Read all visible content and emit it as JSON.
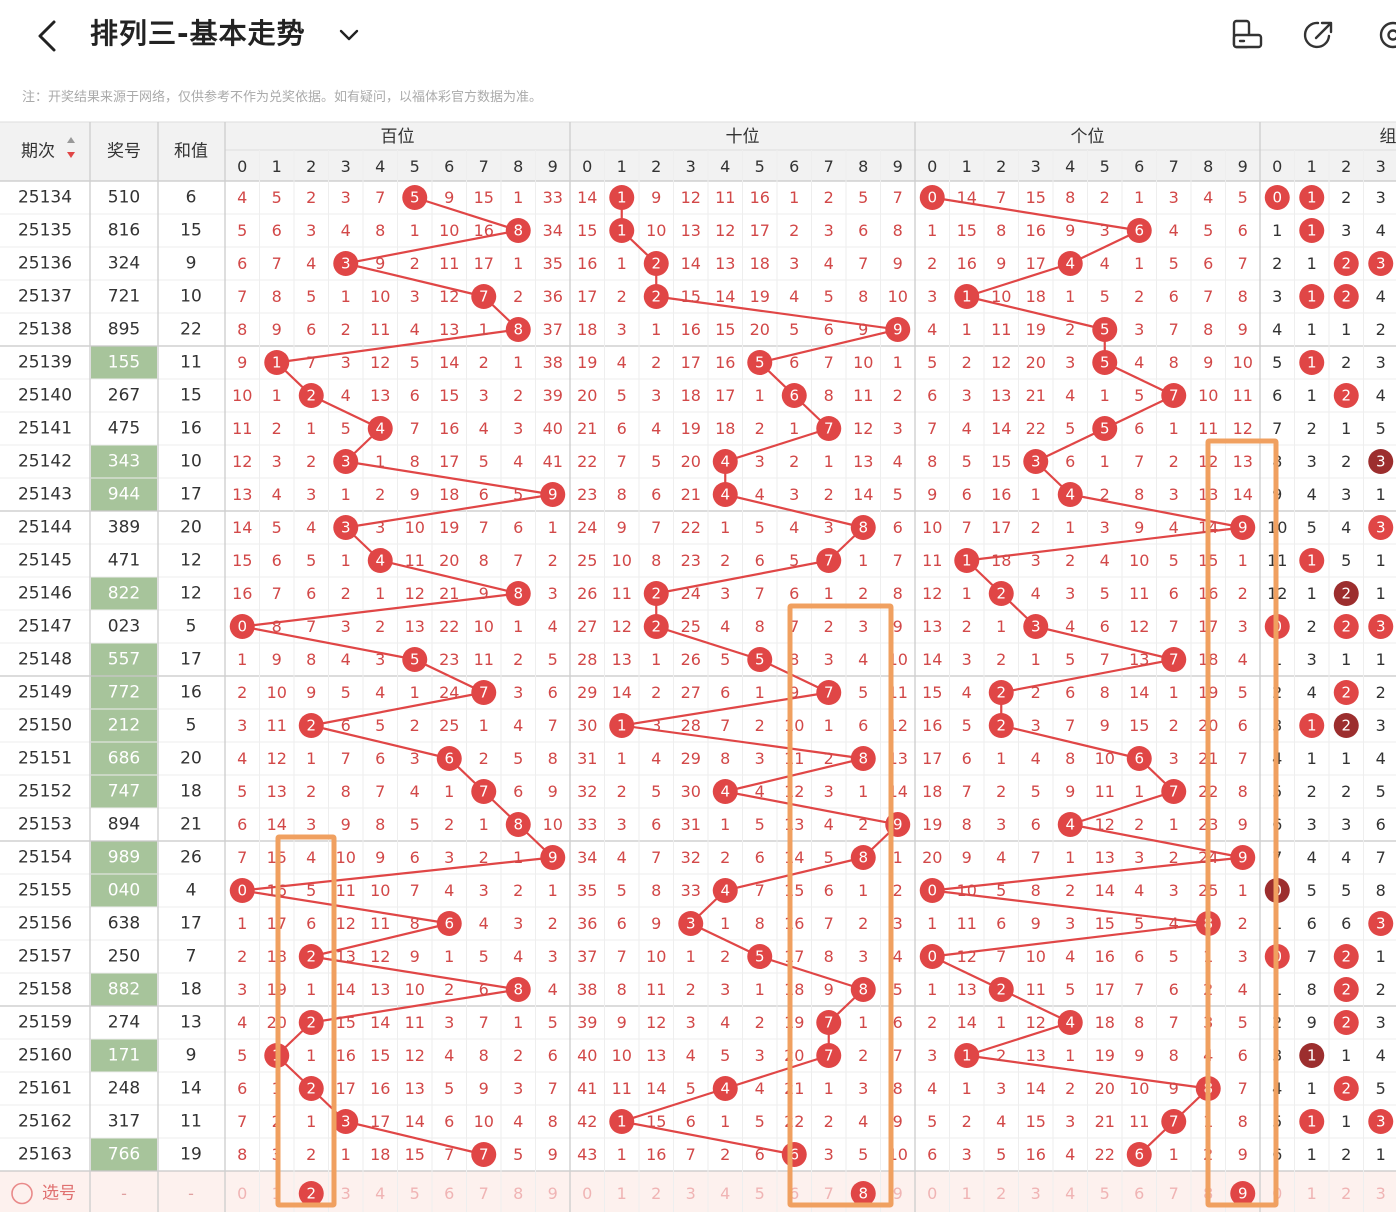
{
  "header": {
    "title": "排列三-基本走势",
    "notice": "注：开奖结果来源于网络，仅供参考不作为兑奖依据。如有疑问，以福体彩官方数据为准。"
  },
  "columns": {
    "period": "期次",
    "number": "奖号",
    "sum": "和值",
    "hundreds": "百位",
    "tens": "十位",
    "units": "个位",
    "group": "组",
    "digits": [
      "0",
      "1",
      "2",
      "3",
      "4",
      "5",
      "6",
      "7",
      "8",
      "9"
    ],
    "group_digits": [
      "0",
      "1",
      "2",
      "3"
    ]
  },
  "pick_row": {
    "label": "选号",
    "number": "-",
    "sum": "-",
    "selected": [
      2,
      8,
      9
    ]
  },
  "colors": {
    "hit": "#e04646",
    "miss_text": "#d24848",
    "highlight_cell": "#a7c49b",
    "box": "#f0a060",
    "group_double": "#9c2e2e"
  },
  "rows": [
    {
      "p": "25134",
      "n": "510",
      "s": "6",
      "h": "4,5,2,3,7,5,9,15,1,33",
      "t": "14,1,9,12,11,16,1,2,5,7",
      "u": "0,14,7,15,8,2,1,3,4,5",
      "g": "0,1,2,3",
      "gh": "0,1",
      "hl": false
    },
    {
      "p": "25135",
      "n": "816",
      "s": "15",
      "h": "5,6,3,4,8,1,10,16,8,34",
      "t": "15,1,10,13,12,17,2,3,6,8",
      "u": "1,15,8,16,9,3,6,4,5,6",
      "g": "1,1,3,4",
      "gh": "1",
      "hl": false
    },
    {
      "p": "25136",
      "n": "324",
      "s": "9",
      "h": "6,7,4,3,9,2,11,17,1,35",
      "t": "16,1,2,14,13,18,3,4,7,9",
      "u": "2,16,9,17,4,4,1,5,6,7",
      "g": "2,1,2,3",
      "gh": "2,3",
      "hl": false
    },
    {
      "p": "25137",
      "n": "721",
      "s": "10",
      "h": "7,8,5,1,10,3,12,7,2,36",
      "t": "17,2,2,15,14,19,4,5,8,10",
      "u": "3,1,10,18,1,5,2,6,7,8",
      "g": "3,1,2,4",
      "gh": "1,2",
      "hl": false
    },
    {
      "p": "25138",
      "n": "895",
      "s": "22",
      "h": "8,9,6,2,11,4,13,1,8,37",
      "t": "18,3,1,16,15,20,5,6,9,9",
      "u": "4,1,11,19,2,5,3,7,8,9",
      "g": "4,1,1,2",
      "gh": "",
      "hl": false
    },
    {
      "p": "25139",
      "n": "155",
      "s": "11",
      "h": "9,1,7,3,12,5,14,2,1,38",
      "t": "19,4,2,17,16,5,6,7,10,1",
      "u": "5,2,12,20,3,5,4,8,9,10",
      "g": "5,1,2,3",
      "gh": "1",
      "hl": true
    },
    {
      "p": "25140",
      "n": "267",
      "s": "15",
      "h": "10,1,2,4,13,6,15,3,2,39",
      "t": "20,5,3,18,17,1,6,8,11,2",
      "u": "6,3,13,21,4,1,5,7,10,11",
      "g": "6,1,2,4",
      "gh": "2",
      "hl": false
    },
    {
      "p": "25141",
      "n": "475",
      "s": "16",
      "h": "11,2,1,5,4,7,16,4,3,40",
      "t": "21,6,4,19,18,2,1,7,12,3",
      "u": "7,4,14,22,5,5,6,1,11,12",
      "g": "7,2,1,5",
      "gh": "",
      "hl": false
    },
    {
      "p": "25142",
      "n": "343",
      "s": "10",
      "h": "12,3,2,3,1,8,17,5,4,41",
      "t": "22,7,5,20,4,3,2,1,13,4",
      "u": "8,5,15,3,6,1,7,2,12,13",
      "g": "8,3,2,3",
      "gh": "3",
      "hl": true
    },
    {
      "p": "25143",
      "n": "944",
      "s": "17",
      "h": "13,4,3,1,2,9,18,6,5,9",
      "t": "23,8,6,21,4,4,3,2,14,5",
      "u": "9,6,16,1,4,2,8,3,13,14",
      "g": "9,4,3,1",
      "gh": "",
      "hl": true
    },
    {
      "p": "25144",
      "n": "389",
      "s": "20",
      "h": "14,5,4,3,3,10,19,7,6,1",
      "t": "24,9,7,22,1,5,4,3,8,6",
      "u": "10,7,17,2,1,3,9,4,14,9",
      "g": "10,5,4,3",
      "gh": "3",
      "hl": false
    },
    {
      "p": "25145",
      "n": "471",
      "s": "12",
      "h": "15,6,5,1,4,11,20,8,7,2",
      "t": "25,10,8,23,2,6,5,7,1,7",
      "u": "11,1,18,3,2,4,10,5,15,1",
      "g": "11,1,5,1",
      "gh": "1",
      "hl": false
    },
    {
      "p": "25146",
      "n": "822",
      "s": "12",
      "h": "16,7,6,2,1,12,21,9,8,3",
      "t": "26,11,2,24,3,7,6,1,2,8",
      "u": "12,1,2,4,3,5,11,6,16,2",
      "g": "12,1,2,1",
      "gh": "2",
      "hl": true
    },
    {
      "p": "25147",
      "n": "023",
      "s": "5",
      "h": "0,8,7,3,2,13,22,10,1,4",
      "t": "27,12,2,25,4,8,7,2,3,9",
      "u": "13,2,1,3,4,6,12,7,17,3",
      "g": "0,2,2,3",
      "gh": "0,2,3",
      "hl": false
    },
    {
      "p": "25148",
      "n": "557",
      "s": "17",
      "h": "1,9,8,4,3,5,23,11,2,5",
      "t": "28,13,1,26,5,5,8,3,4,10",
      "u": "14,3,2,1,5,7,13,7,18,4",
      "g": "1,3,1,1",
      "gh": "",
      "hl": true
    },
    {
      "p": "25149",
      "n": "772",
      "s": "16",
      "h": "2,10,9,5,4,1,24,7,3,6",
      "t": "29,14,2,27,6,1,9,7,5,11",
      "u": "15,4,2,2,6,8,14,1,19,5",
      "g": "2,4,2,2",
      "gh": "2",
      "hl": true
    },
    {
      "p": "25150",
      "n": "212",
      "s": "5",
      "h": "3,11,2,6,5,2,25,1,4,7",
      "t": "30,1,3,28,7,2,10,1,6,12",
      "u": "16,5,2,3,7,9,15,2,20,6",
      "g": "3,1,2,3",
      "gh": "1,2",
      "hl": true
    },
    {
      "p": "25151",
      "n": "686",
      "s": "20",
      "h": "4,12,1,7,6,3,6,2,5,8",
      "t": "31,1,4,29,8,3,11,2,8,13",
      "u": "17,6,1,4,8,10,6,3,21,7",
      "g": "4,1,1,4",
      "gh": "",
      "hl": true
    },
    {
      "p": "25152",
      "n": "747",
      "s": "18",
      "h": "5,13,2,8,7,4,1,7,6,9",
      "t": "32,2,5,30,4,4,12,3,1,14",
      "u": "18,7,2,5,9,11,1,7,22,8",
      "g": "5,2,2,5",
      "gh": "",
      "hl": true
    },
    {
      "p": "25153",
      "n": "894",
      "s": "21",
      "h": "6,14,3,9,8,5,2,1,8,10",
      "t": "33,3,6,31,1,5,13,4,2,9",
      "u": "19,8,3,6,4,12,2,1,23,9",
      "g": "6,3,3,6",
      "gh": "",
      "hl": false
    },
    {
      "p": "25154",
      "n": "989",
      "s": "26",
      "h": "7,15,4,10,9,6,3,2,1,9",
      "t": "34,4,7,32,2,6,14,5,8,1",
      "u": "20,9,4,7,1,13,3,2,24,9",
      "g": "7,4,4,7",
      "gh": "",
      "hl": true
    },
    {
      "p": "25155",
      "n": "040",
      "s": "4",
      "h": "0,16,5,11,10,7,4,3,2,1",
      "t": "35,5,8,33,4,7,15,6,1,2",
      "u": "0,10,5,8,2,14,4,3,25,1",
      "g": "0,5,5,8",
      "gh": "0",
      "hl": true
    },
    {
      "p": "25156",
      "n": "638",
      "s": "17",
      "h": "1,17,6,12,11,8,6,4,3,2",
      "t": "36,6,9,3,1,8,16,7,2,3",
      "u": "1,11,6,9,3,15,5,4,8,2",
      "g": "1,6,6,3",
      "gh": "3",
      "hl": false
    },
    {
      "p": "25157",
      "n": "250",
      "s": "7",
      "h": "2,18,2,13,12,9,1,5,4,3",
      "t": "37,7,10,1,2,5,17,8,3,4",
      "u": "0,12,7,10,4,16,6,5,1,3",
      "g": "0,7,2,1",
      "gh": "0,2",
      "hl": false
    },
    {
      "p": "25158",
      "n": "882",
      "s": "18",
      "h": "3,19,1,14,13,10,2,6,8,4",
      "t": "38,8,11,2,3,1,18,9,8,5",
      "u": "1,13,2,11,5,17,7,6,2,4",
      "g": "1,8,2,2",
      "gh": "2",
      "hl": true
    },
    {
      "p": "25159",
      "n": "274",
      "s": "13",
      "h": "4,20,2,15,14,11,3,7,1,5",
      "t": "39,9,12,3,4,2,19,7,1,6",
      "u": "2,14,1,12,4,18,8,7,3,5",
      "g": "2,9,2,3",
      "gh": "2",
      "hl": false
    },
    {
      "p": "25160",
      "n": "171",
      "s": "9",
      "h": "5,1,1,16,15,12,4,8,2,6",
      "t": "40,10,13,4,5,3,20,7,2,7",
      "u": "3,1,2,13,1,19,9,8,4,6",
      "g": "3,1,1,4",
      "gh": "1",
      "hl": true
    },
    {
      "p": "25161",
      "n": "248",
      "s": "14",
      "h": "6,1,2,17,16,13,5,9,3,7",
      "t": "41,11,14,5,4,4,21,1,3,8",
      "u": "4,1,3,14,2,20,10,9,8,7",
      "g": "4,1,2,5",
      "gh": "2",
      "hl": false
    },
    {
      "p": "25162",
      "n": "317",
      "s": "11",
      "h": "7,2,1,3,17,14,6,10,4,8",
      "t": "42,1,15,6,1,5,22,2,4,9",
      "u": "5,2,4,15,3,21,11,7,1,8",
      "g": "5,1,1,3",
      "gh": "1,3",
      "hl": false
    },
    {
      "p": "25163",
      "n": "766",
      "s": "19",
      "h": "8,3,2,1,18,15,7,7,5,9",
      "t": "43,1,16,7,2,6,6,3,5,10",
      "u": "6,3,5,16,4,22,6,1,2,9",
      "g": "6,1,2,1",
      "gh": "",
      "hl": true
    }
  ]
}
